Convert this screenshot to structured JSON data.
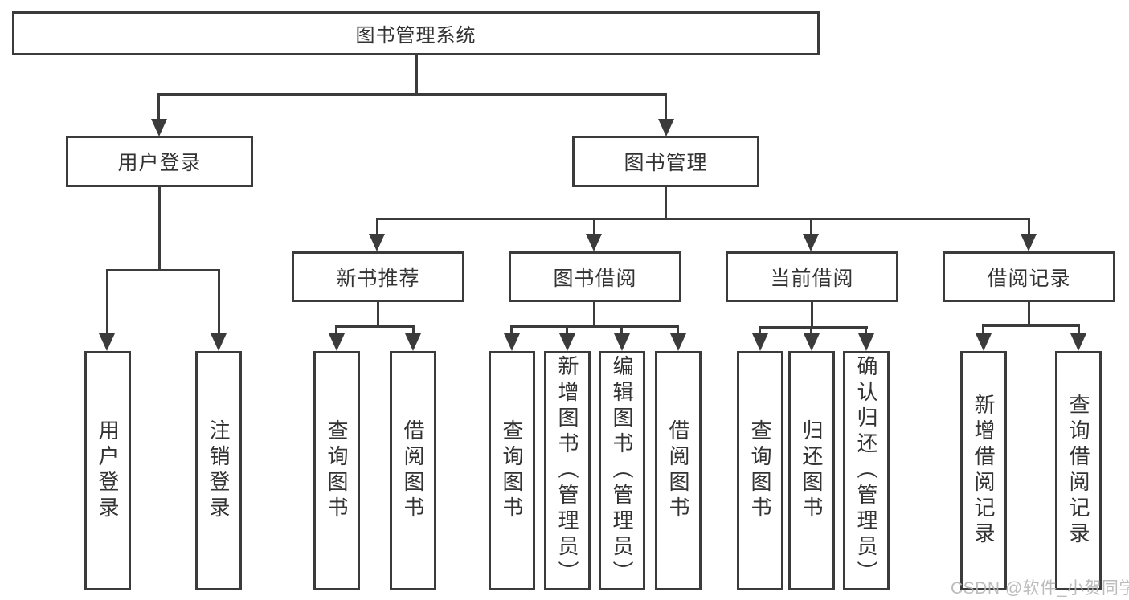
{
  "diagram": {
    "root": {
      "label": "图书管理系统"
    },
    "level2": [
      {
        "label": "用户登录"
      },
      {
        "label": "图书管理"
      }
    ],
    "level3": [
      {
        "label": "新书推荐"
      },
      {
        "label": "图书借阅"
      },
      {
        "label": "当前借阅"
      },
      {
        "label": "借阅记录"
      }
    ],
    "leaves": {
      "user_login": [
        "用户登录",
        "注销登录"
      ],
      "new_book_recommend": [
        "查询图书",
        "借阅图书"
      ],
      "book_borrow": [
        "查询图书",
        "新增图书（管理员）",
        "编辑图书（管理员）",
        "借阅图书"
      ],
      "current_borrow": [
        "查询图书",
        "归还图书",
        "确认归还（管理员）"
      ],
      "borrow_record": [
        "新增借阅记录",
        "查询借阅记录"
      ]
    },
    "colors": {
      "stroke": "#3b3b3b",
      "text": "#333333",
      "background": "#ffffff",
      "watermark": "#b6b6b6"
    }
  },
  "watermark": {
    "text": "CSDN @软件_小贺同学"
  }
}
